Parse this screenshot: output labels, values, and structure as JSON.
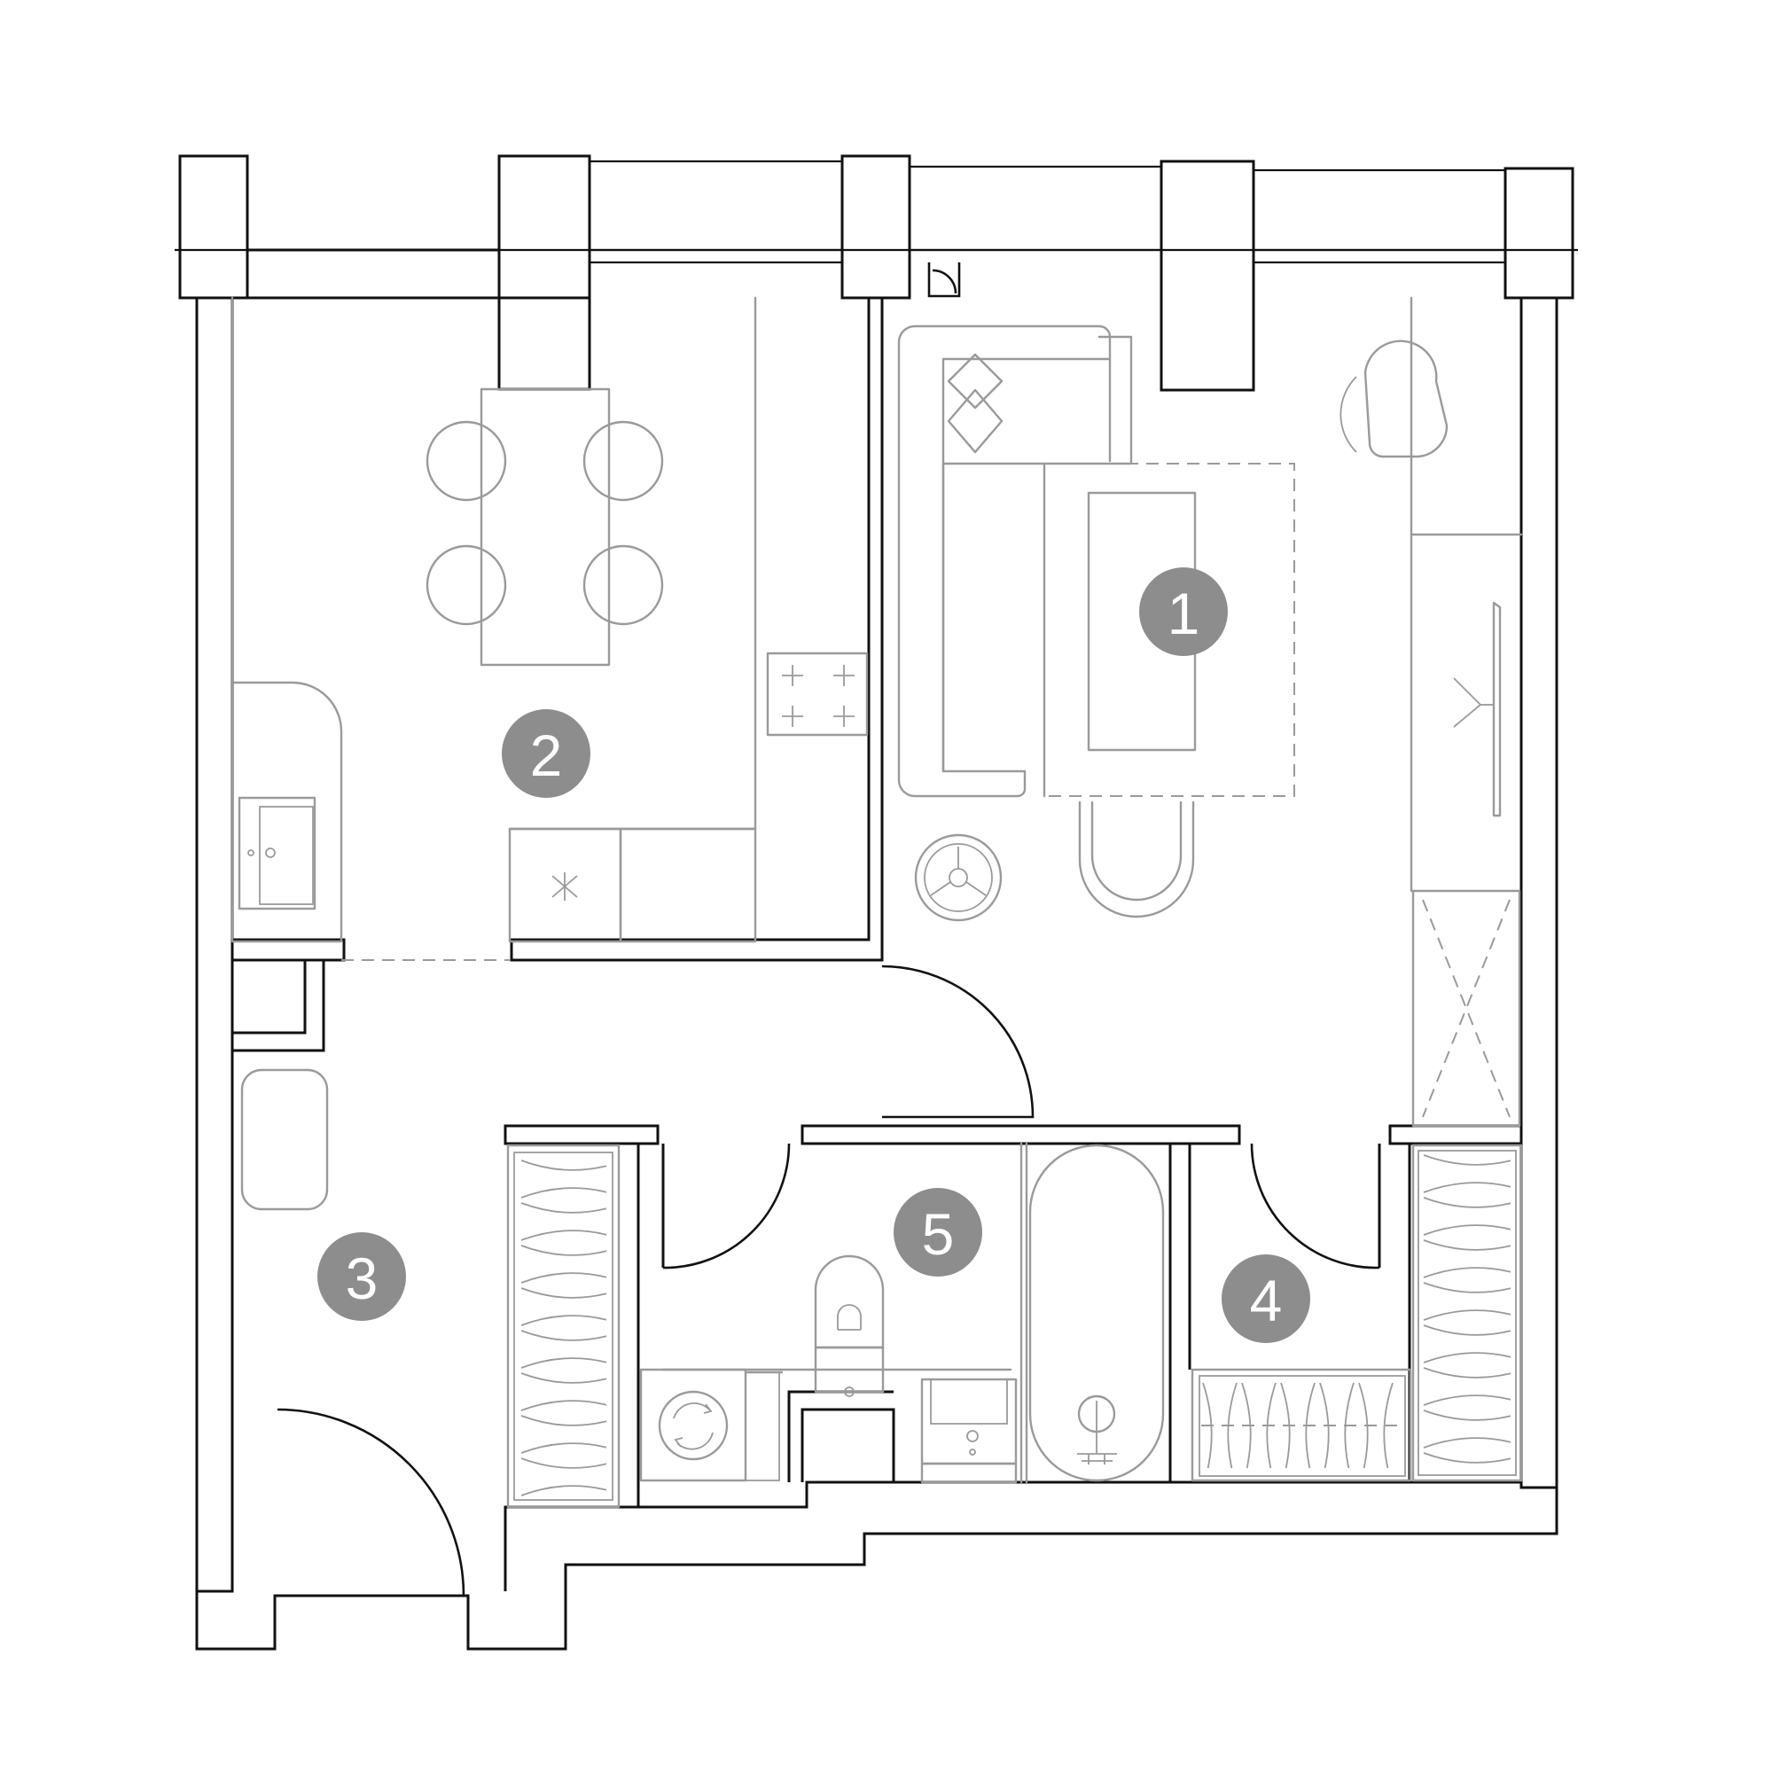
{
  "rooms": [
    {
      "id": "room-1",
      "label": "1"
    },
    {
      "id": "room-2",
      "label": "2"
    },
    {
      "id": "room-3",
      "label": "3"
    },
    {
      "id": "room-4",
      "label": "4"
    },
    {
      "id": "room-5",
      "label": "5"
    }
  ],
  "colors": {
    "wall": "#111111",
    "furniture": "#9a9a9a",
    "badge": "#8d8d8d",
    "badge_text": "#ffffff"
  }
}
